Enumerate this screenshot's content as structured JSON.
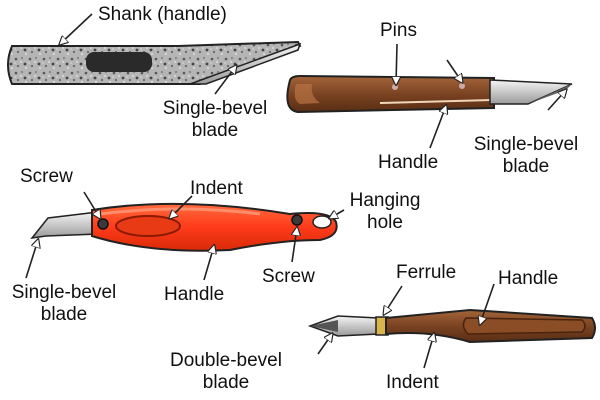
{
  "labels": {
    "k1_shank": "Shank (handle)",
    "k1_blade_line1": "Single-bevel",
    "k1_blade_line2": "blade",
    "k2_pins": "Pins",
    "k2_handle": "Handle",
    "k2_blade_line1": "Single-bevel",
    "k2_blade_line2": "blade",
    "k3_screw_left": "Screw",
    "k3_indent": "Indent",
    "k3_hanging_line1": "Hanging",
    "k3_hanging_line2": "hole",
    "k3_screw_right": "Screw",
    "k3_handle": "Handle",
    "k3_blade_line1": "Single-bevel",
    "k3_blade_line2": "blade",
    "k4_ferrule": "Ferrule",
    "k4_handle": "Handle",
    "k4_blade_line1": "Double-bevel",
    "k4_blade_line2": "blade",
    "k4_indent": "Indent"
  },
  "colors": {
    "steel_light": "#f2f2f2",
    "steel_mid": "#c9c9c9",
    "steel_dark": "#8a8a8a",
    "wood_dark": "#6b3b1e",
    "wood_light": "#9a5a2f",
    "red_handle": "#ff3b1a",
    "red_dark": "#c21e05",
    "brass": "#d8b44a",
    "outline": "#222222"
  }
}
